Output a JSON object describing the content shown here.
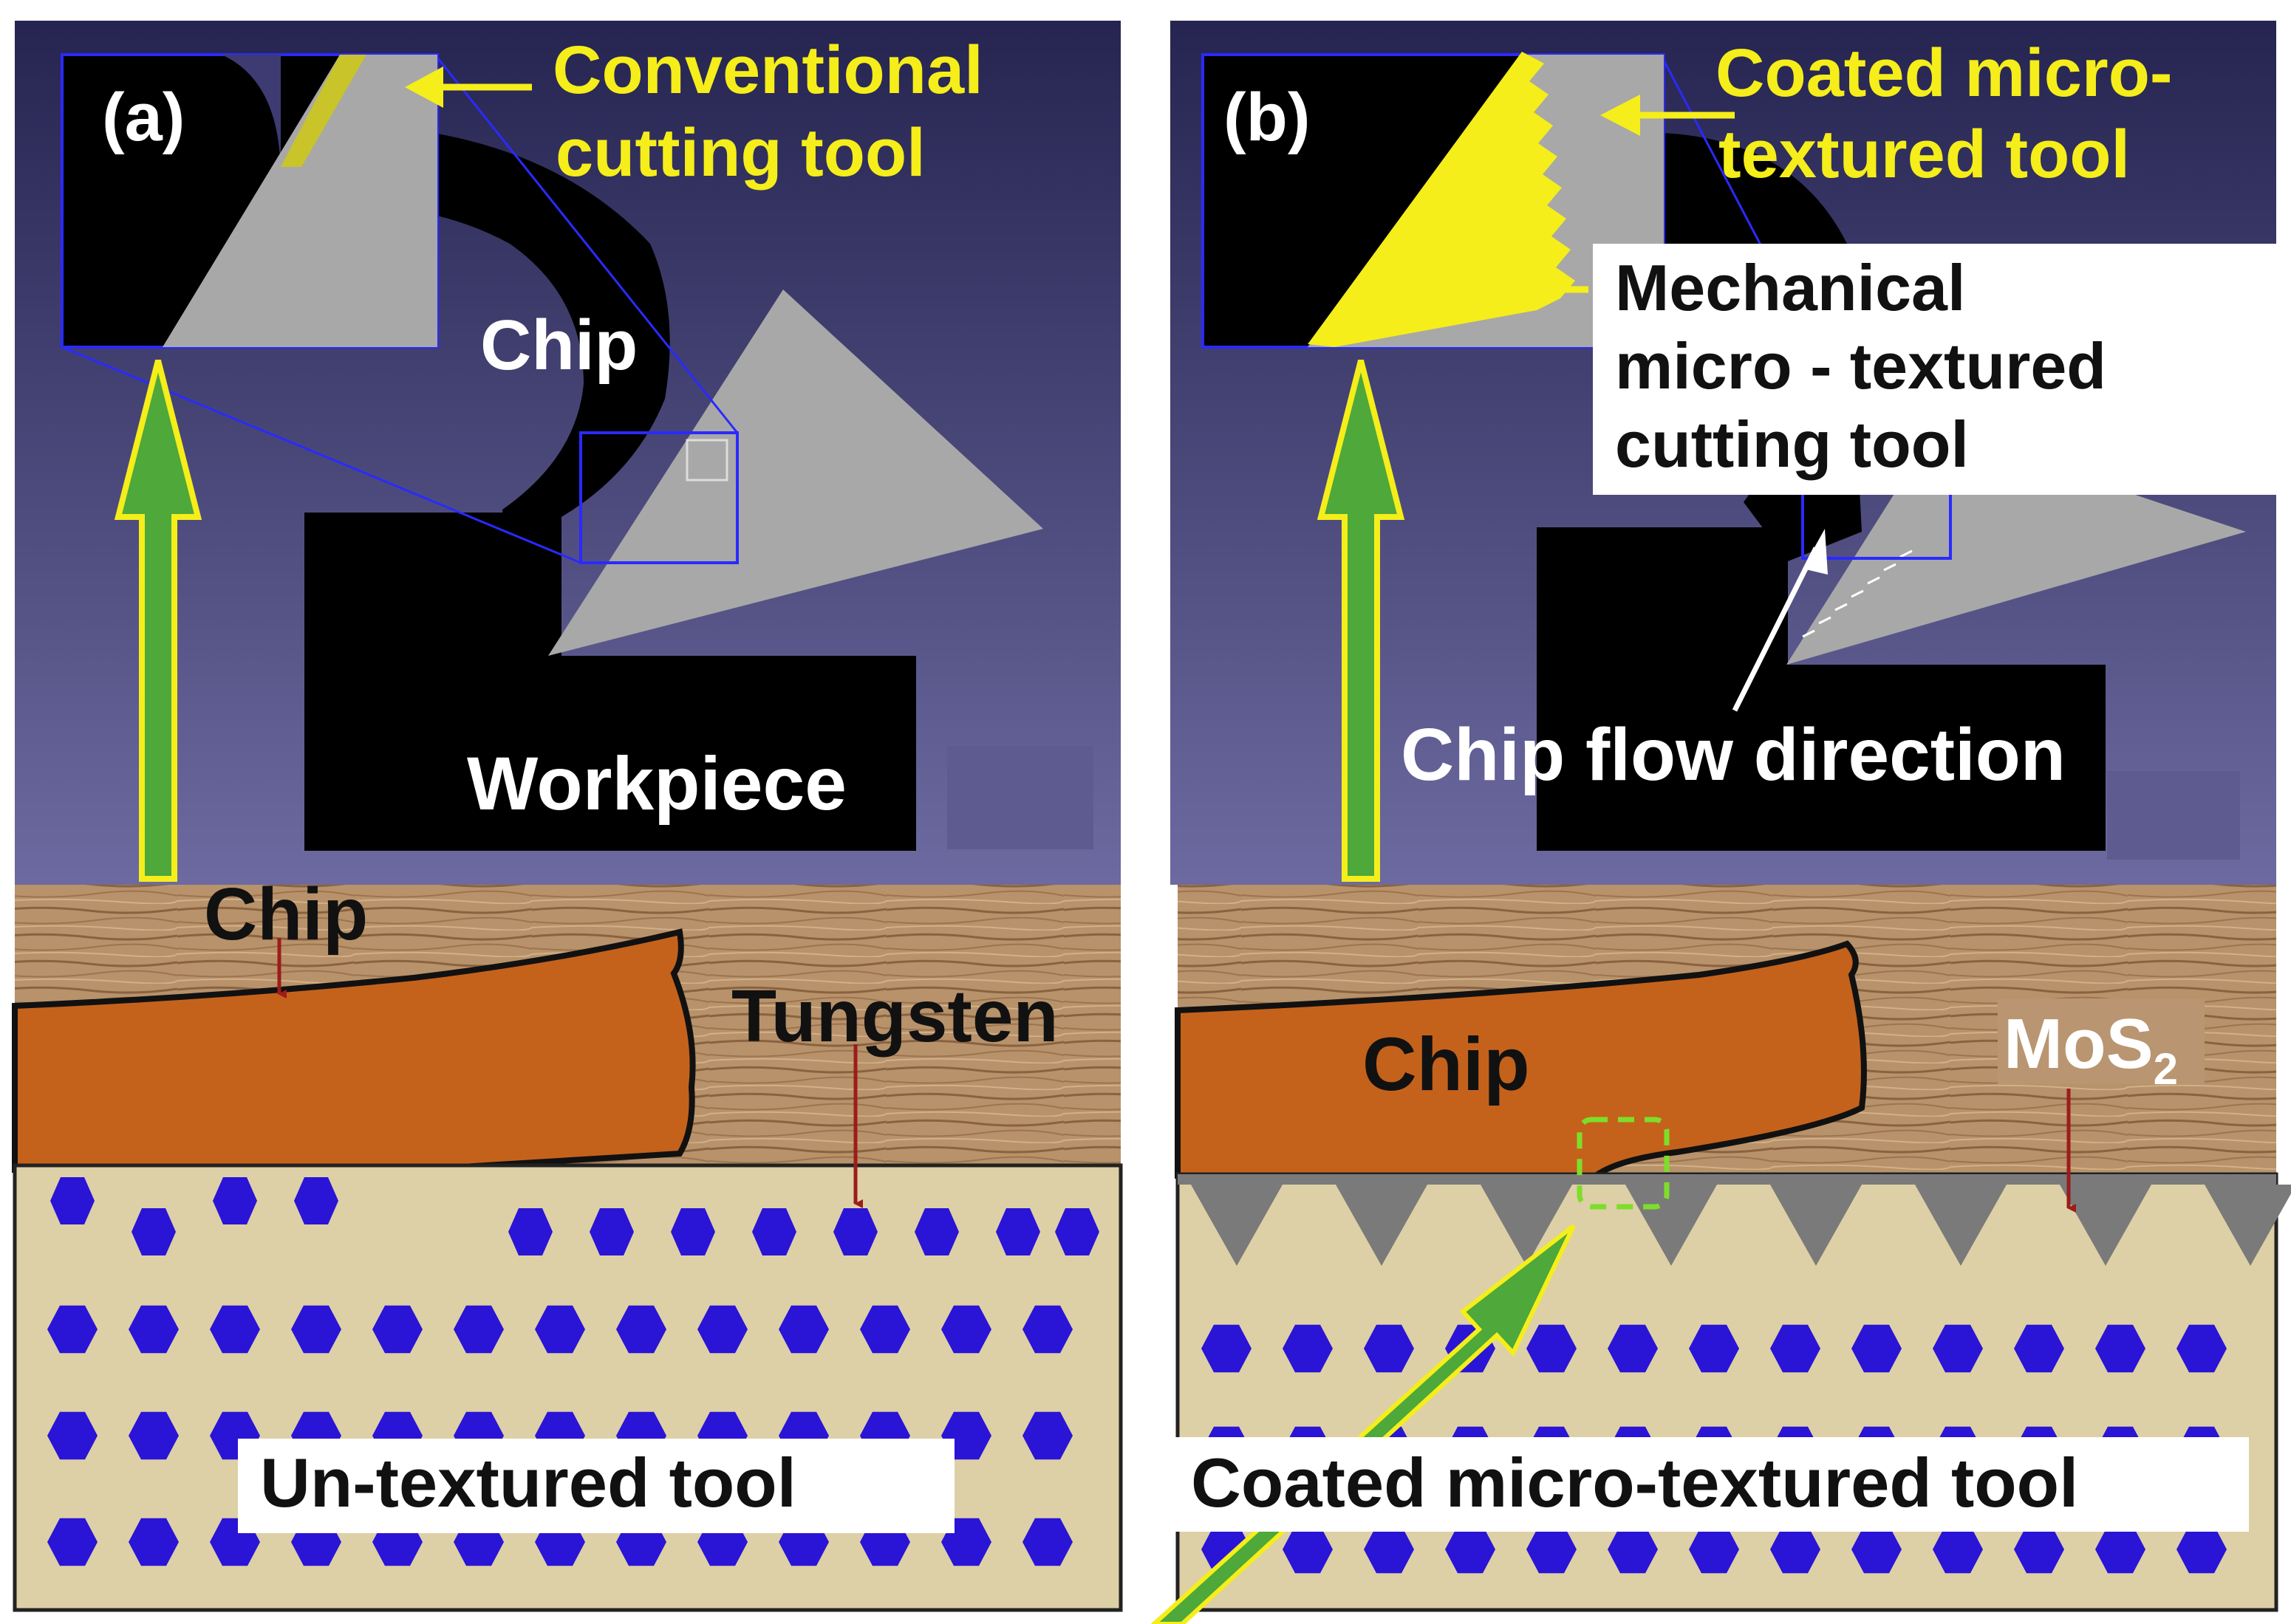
{
  "panel_a": {
    "tag": "(a)",
    "tool_callout": [
      "Conventional",
      "cutting tool"
    ],
    "chip_label": "Chip",
    "workpiece_label": "Workpiece",
    "lower_chip_label": "Chip",
    "tungsten_label": "Tungsten",
    "tool_label": "Un-textured tool"
  },
  "panel_b": {
    "tag": "(b)",
    "tool_callout": [
      "Coated micro-",
      "textured tool"
    ],
    "mech_callout": [
      "Mechanical",
      "micro - textured",
      "cutting tool"
    ],
    "flow_label": "Chip flow direction",
    "lower_chip_label": "Chip",
    "mos2_label": "MoS",
    "mos2_sub": "2",
    "tool_label": "Coated micro-textured tool"
  },
  "colors": {
    "cad_background": "#3d3b72",
    "tool_gray": "#a8a8a8",
    "callout_yellow": "#f5ee1a",
    "green_arrow": "#4ea83a",
    "wood": "#b8926a",
    "chip_orange": "#c4621c",
    "tool_body": "#ddd0a6",
    "tungsten_blue": "#2a14d6",
    "texture_gray": "#7a7a7a",
    "leader_red": "#9c1c1c"
  }
}
